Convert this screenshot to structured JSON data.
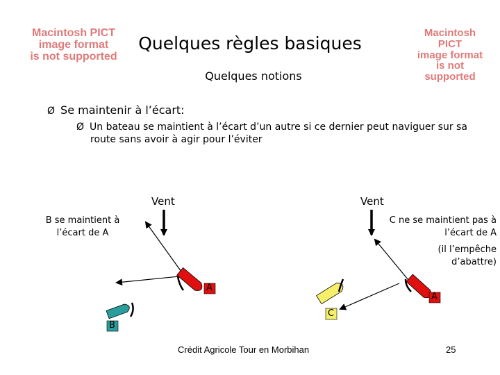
{
  "placeholder_left": "Macintosh PICT\nimage format\nis not supported",
  "placeholder_right": "Macintosh PICT\nimage format\nis not supported",
  "title": "Quelques règles basiques",
  "subtitle": "Quelques notions",
  "bullet_marker": "Ø",
  "bullet1": "Se maintenir à l’écart:",
  "bullet2": "Un bateau se maintient à l’écart d’un autre si ce dernier peut naviguer sur sa route sans avoir à agir pour l’éviter",
  "diagram_left": {
    "wind_label": "Vent",
    "caption": "B se maintient à l’écart de A",
    "boat_a": "A",
    "boat_b": "B"
  },
  "diagram_right": {
    "wind_label": "Vent",
    "caption": "C ne se maintient pas à l’écart de A",
    "note": "(il l’empêche d’abattre)",
    "boat_a": "A",
    "boat_c": "C"
  },
  "footer": "Crédit Agricole Tour en Morbihan",
  "page_number": "25",
  "colors": {
    "boat_a": "#e01010",
    "boat_b": "#2a9d9d",
    "boat_c": "#f5ef6a",
    "placeholder": "#e07a7a"
  }
}
